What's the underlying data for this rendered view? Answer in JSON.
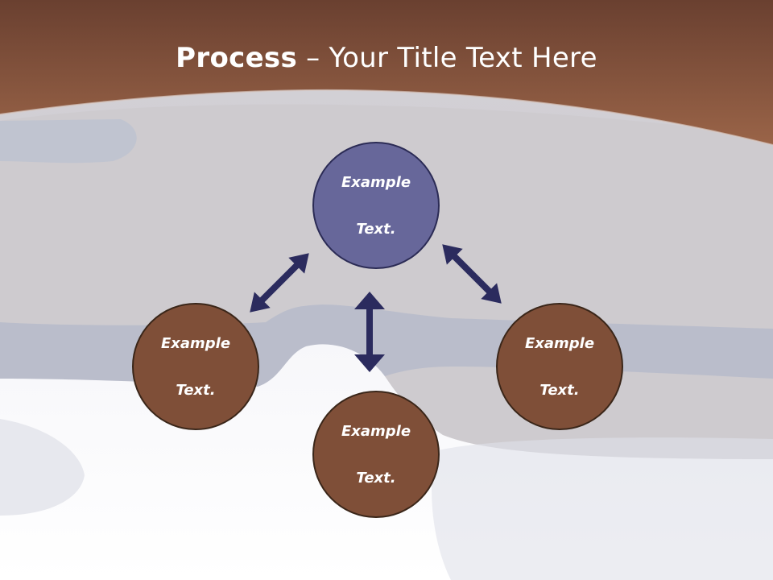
{
  "title": {
    "bold": "Process",
    "rest": " – Your Title Text Here"
  },
  "nodes": {
    "top": {
      "line1": "Example",
      "line2": "Text."
    },
    "left": {
      "line1": "Example",
      "line2": "Text."
    },
    "right": {
      "line1": "Example",
      "line2": "Text."
    },
    "bottom": {
      "line1": "Example",
      "line2": "Text."
    }
  },
  "colors": {
    "header": "#8a5a40",
    "node_accent": "#67679a",
    "node_main": "#7f4f38",
    "arrow": "#2b2b5e"
  },
  "background_image": "puzzle-pieces-photo"
}
